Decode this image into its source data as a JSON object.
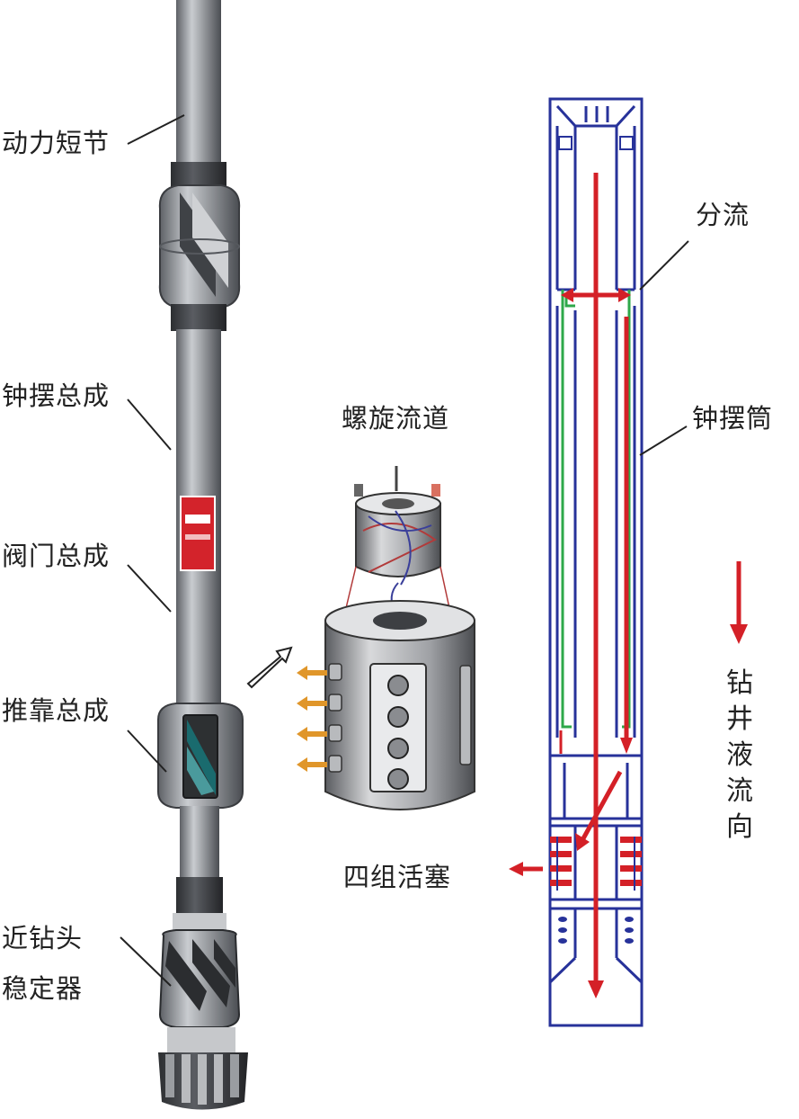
{
  "labels": {
    "power_sub": "动力短节",
    "pendulum_assembly": "钟摆总成",
    "valve_assembly": "阀门总成",
    "push_assembly": "推靠总成",
    "near_bit_line1": "近钻头",
    "near_bit_line2": "稳定器",
    "spiral_channel": "螺旋流道",
    "four_pistons": "四组活塞",
    "split_flow": "分流",
    "pendulum_barrel": "钟摆筒",
    "fluid_direction": "钻井液流向"
  },
  "colors": {
    "tool_steel": "#8a8d92",
    "tool_dark": "#3c3e42",
    "schematic_outline": "#27329a",
    "flow_arrow": "#d42027",
    "inner_line": "#2ea84a",
    "piston_arrow": "#e0962a"
  }
}
